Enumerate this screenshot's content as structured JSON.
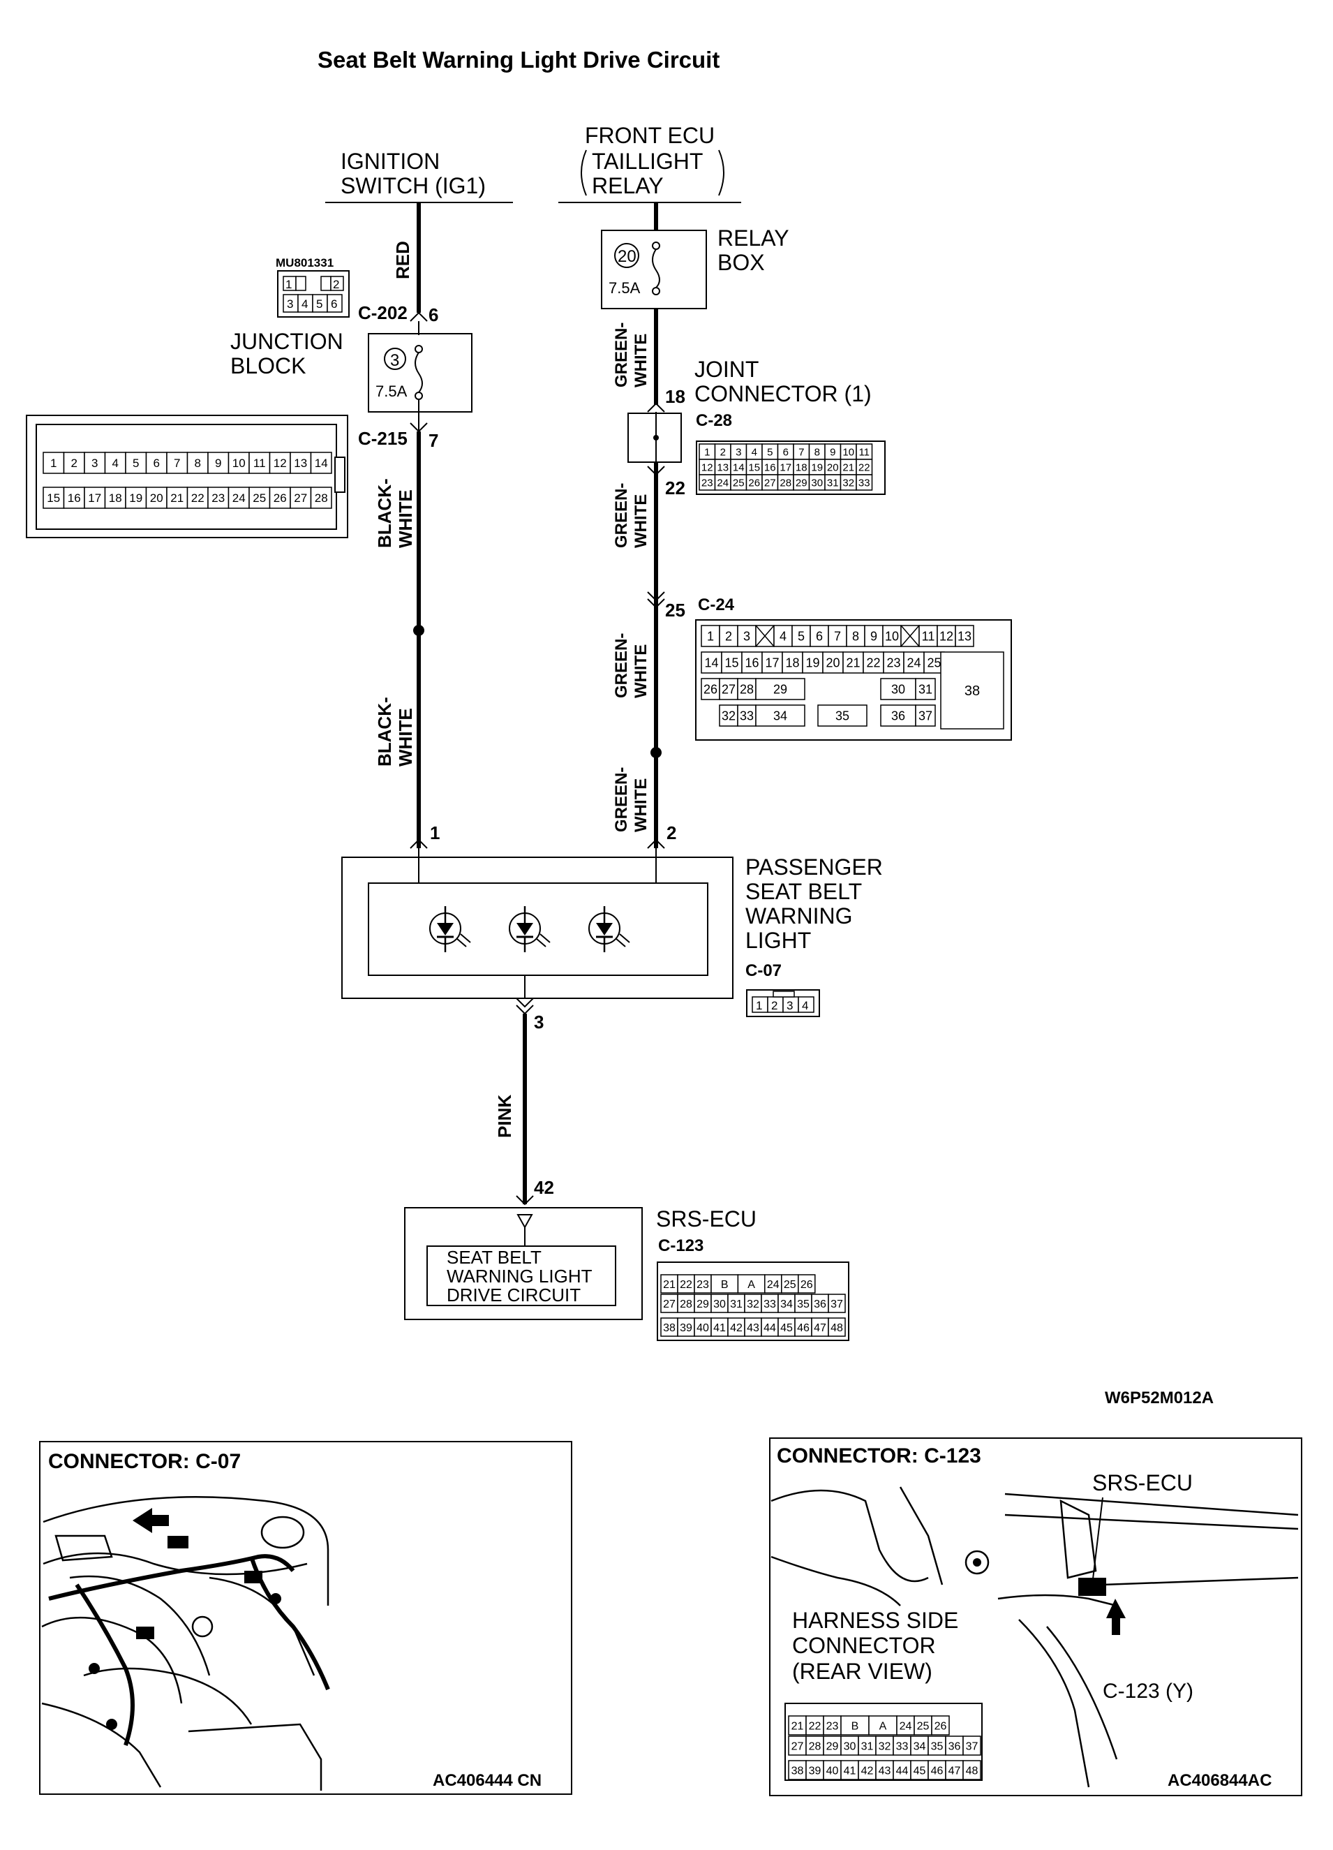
{
  "title": "Seat Belt Warning Light Drive Circuit",
  "figure_id": "W6P52M012A",
  "sources": {
    "ignition": [
      "IGNITION",
      "SWITCH (IG1)"
    ],
    "front_ecu": [
      "FRONT ECU",
      "TAILLIGHT",
      "RELAY"
    ]
  },
  "relay_box": {
    "label": [
      "RELAY",
      "BOX"
    ],
    "fuse_no": "20",
    "fuse_rating": "7.5A"
  },
  "junction_block": {
    "label": [
      "JUNCTION",
      "BLOCK"
    ],
    "fuse_no": "3",
    "fuse_rating": "7.5A",
    "connector_in": "C-202",
    "pin_in": "6",
    "connector_out": "C-215",
    "pin_out": "7",
    "mini_part": "MU801331",
    "mini_pins_row1": [
      "1",
      "",
      "2"
    ],
    "mini_pins_row2": [
      "3",
      "4",
      "5",
      "6"
    ],
    "c215_row1": [
      "1",
      "2",
      "3",
      "4",
      "5",
      "6",
      "7",
      "8",
      "9",
      "10",
      "11",
      "12",
      "13",
      "14"
    ],
    "c215_row2": [
      "15",
      "16",
      "17",
      "18",
      "19",
      "20",
      "21",
      "22",
      "23",
      "24",
      "25",
      "26",
      "27",
      "28"
    ]
  },
  "joint_connector": {
    "label": [
      "JOINT",
      "CONNECTOR (1)"
    ],
    "connector": "C-28",
    "pin_in": "18",
    "pin_out": "22",
    "row1": [
      "1",
      "2",
      "3",
      "4",
      "5",
      "6",
      "7",
      "8",
      "9",
      "10",
      "11"
    ],
    "row2": [
      "12",
      "13",
      "14",
      "15",
      "16",
      "17",
      "18",
      "19",
      "20",
      "21",
      "22"
    ],
    "row3": [
      "23",
      "24",
      "25",
      "26",
      "27",
      "28",
      "29",
      "30",
      "31",
      "32",
      "33"
    ]
  },
  "c24": {
    "connector": "C-24",
    "pin": "25",
    "row1": [
      "1",
      "2",
      "3",
      "",
      "4",
      "5",
      "6",
      "7",
      "8",
      "9",
      "10",
      "",
      "11",
      "12",
      "13"
    ],
    "row2": [
      "14",
      "15",
      "16",
      "17",
      "18",
      "19",
      "20",
      "21",
      "22",
      "23",
      "24",
      "25"
    ],
    "row3": [
      "26",
      "27",
      "28",
      "29",
      "30",
      "31"
    ],
    "row4": [
      "32",
      "33",
      "34",
      "35",
      "36",
      "37"
    ],
    "big": "38"
  },
  "wires": {
    "red": "RED",
    "black_white": [
      "BLACK-",
      "WHITE"
    ],
    "green_white": [
      "GREEN-",
      "WHITE"
    ],
    "pink": "PINK"
  },
  "warning_light": {
    "label": [
      "PASSENGER",
      "SEAT BELT",
      "WARNING",
      "LIGHT"
    ],
    "connector": "C-07",
    "pin1": "1",
    "pin2": "2",
    "pin3": "3",
    "pins": [
      "1",
      "2",
      "3",
      "4"
    ]
  },
  "srs_ecu": {
    "label": "SRS-ECU",
    "connector": "C-123",
    "pin": "42",
    "circuit": [
      "SEAT BELT",
      "WARNING LIGHT",
      "DRIVE CIRCUIT"
    ],
    "row1": [
      "21",
      "22",
      "23",
      "B",
      "A",
      "24",
      "25",
      "26"
    ],
    "row2": [
      "27",
      "28",
      "29",
      "30",
      "31",
      "32",
      "33",
      "34",
      "35",
      "36",
      "37"
    ],
    "row3": [
      "38",
      "39",
      "40",
      "41",
      "42",
      "43",
      "44",
      "45",
      "46",
      "47",
      "48"
    ]
  },
  "panel_c07": {
    "title": "CONNECTOR: C-07",
    "ref": "AC406444 CN"
  },
  "panel_c123": {
    "title": "CONNECTOR: C-123",
    "srs_label": "SRS-ECU",
    "harness": [
      "HARNESS SIDE",
      "CONNECTOR",
      "(REAR VIEW)"
    ],
    "callout": "C-123 (Y)",
    "ref": "AC406844AC"
  }
}
